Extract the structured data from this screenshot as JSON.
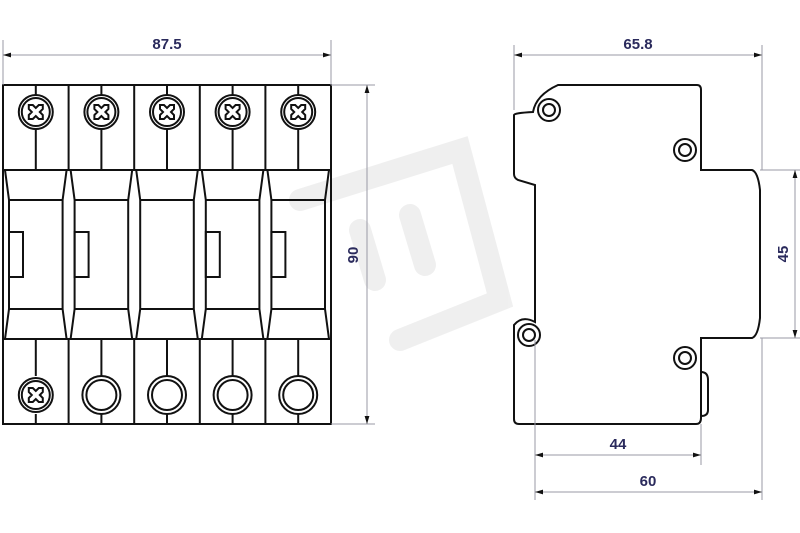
{
  "title": "Dimensional drawing of 5-module DIN rail device",
  "front_view": {
    "module_count": 5,
    "handle_modules": [
      1,
      2,
      4,
      5
    ],
    "top_terminals": [
      "screw",
      "screw",
      "screw",
      "screw",
      "screw"
    ],
    "bottom_terminals": [
      "screw",
      "ring",
      "ring",
      "ring",
      "ring"
    ],
    "dimensions": {
      "width": "87.5",
      "height": "90"
    }
  },
  "side_view": {
    "dimensions": {
      "depth_total": "65.8",
      "rail_height": "45",
      "front_depth": "44",
      "depth": "60"
    }
  },
  "colors": {
    "line": "#111111",
    "dimension_line": "#9a9aa6",
    "dimension_text": "#2a2a5c"
  }
}
